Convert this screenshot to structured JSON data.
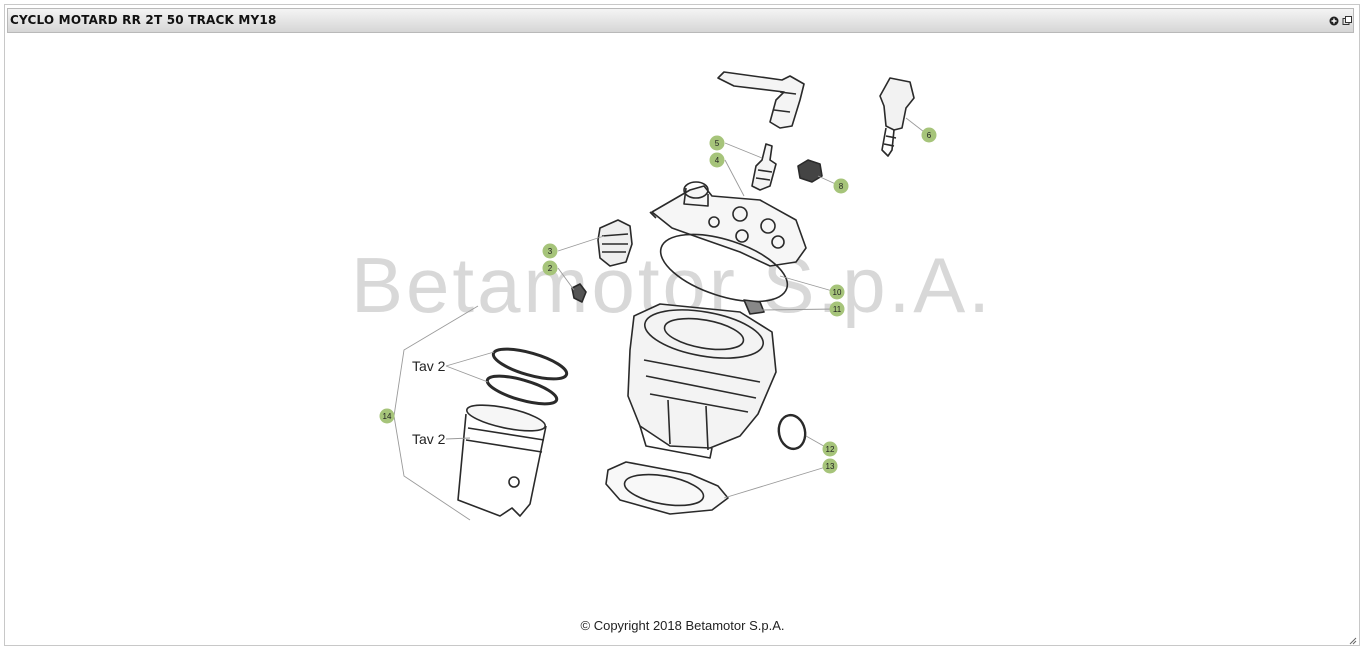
{
  "window": {
    "title": "CYCLO MOTARD RR 2T 50 TRACK MY18",
    "buttons": [
      {
        "name": "expand-icon"
      },
      {
        "name": "window-icon"
      }
    ]
  },
  "diagram": {
    "watermark": "Betamotor S.p.A.",
    "callout_color": "#a6c47a",
    "callouts": [
      "2",
      "3",
      "4",
      "5",
      "6",
      "8",
      "10",
      "11",
      "12",
      "13",
      "14"
    ],
    "references": [
      "Tav 2",
      "Tav 2"
    ]
  },
  "footer": {
    "copyright": "© Copyright 2018 Betamotor S.p.A."
  }
}
